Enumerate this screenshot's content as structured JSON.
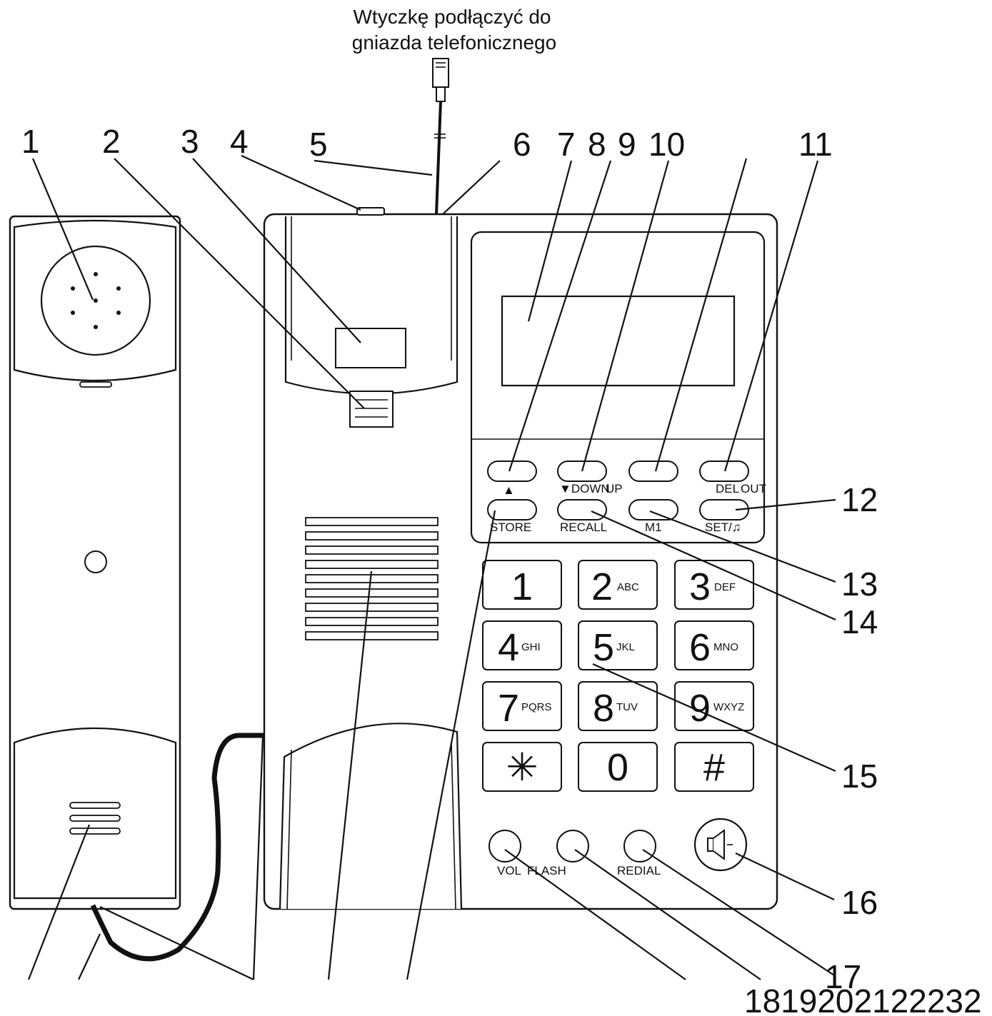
{
  "caption": {
    "line1": "Wtyczkę podłączyć do",
    "line2": "gniazda telefonicznego"
  },
  "callouts": {
    "c1": "1",
    "c2": "2",
    "c3": "3",
    "c4": "4",
    "c5": "5",
    "c6": "6",
    "c7": "7",
    "c8": "8",
    "c9": "9",
    "c10": "10",
    "c11": "11",
    "c12": "12",
    "c13": "13",
    "c14": "14",
    "c15": "15",
    "c16": "16",
    "c17": "17",
    "bottom_row": "1819202122232"
  },
  "function_keys": {
    "up_arrow": "▲",
    "down": "▼DOWN",
    "up": "UP",
    "del": "DEL",
    "out": "OUT",
    "store": "STORE",
    "recall": "RECALL",
    "m1": "M1",
    "set": "SET/♫"
  },
  "keypad": [
    {
      "digit": "1",
      "letters": ""
    },
    {
      "digit": "2",
      "letters": "ABC"
    },
    {
      "digit": "3",
      "letters": "DEF"
    },
    {
      "digit": "4",
      "letters": "GHI"
    },
    {
      "digit": "5",
      "letters": "JKL"
    },
    {
      "digit": "6",
      "letters": "MNO"
    },
    {
      "digit": "7",
      "letters": "PQRS"
    },
    {
      "digit": "8",
      "letters": "TUV"
    },
    {
      "digit": "9",
      "letters": "WXYZ"
    },
    {
      "digit": "✳",
      "letters": ""
    },
    {
      "digit": "0",
      "letters": ""
    },
    {
      "digit": "#",
      "letters": ""
    }
  ],
  "bottom_keys": {
    "vol": "VOL",
    "flash": "FLASH",
    "redial": "REDIAL"
  },
  "icons": {
    "speaker_button": "speakerphone-icon",
    "plug": "phone-plug-icon"
  }
}
